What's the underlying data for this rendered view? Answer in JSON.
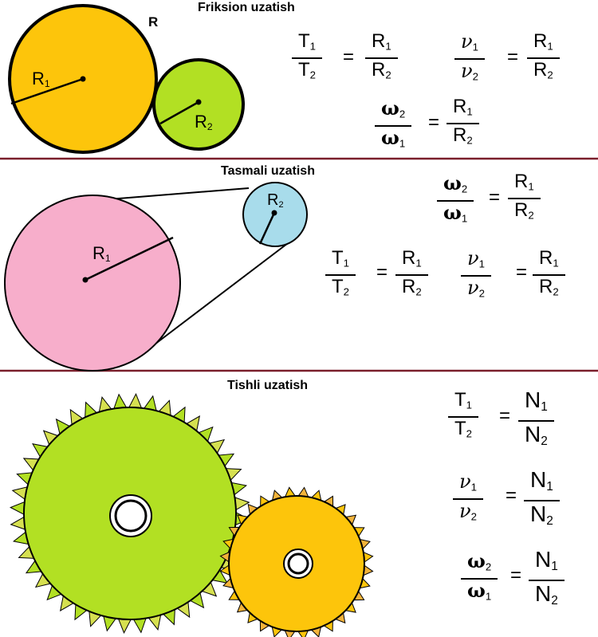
{
  "sections": {
    "friction": {
      "title": "Friksion uzatish",
      "r_marker": "R",
      "r1_label": "R",
      "r1_sub": "1",
      "r2_label": "R",
      "r2_sub": "2"
    },
    "belt": {
      "title": "Tasmali uzatish",
      "r1_label": "R",
      "r1_sub": "1",
      "r2_label": "R",
      "r2_sub": "2"
    },
    "gear": {
      "title": "Tishli uzatish"
    }
  },
  "formulas": {
    "T": "T",
    "R": "R",
    "N": "N",
    "nu": "ν",
    "omega": "ω",
    "sub1": "1",
    "sub2": "2",
    "eq": "="
  },
  "colors": {
    "orange": "#FDC50B",
    "green": "#B2E023",
    "pink": "#F7AECB",
    "light_blue": "#A8DCEB",
    "divider": "#7A1F2B",
    "tooth_yellow_green": "#D6E050"
  }
}
